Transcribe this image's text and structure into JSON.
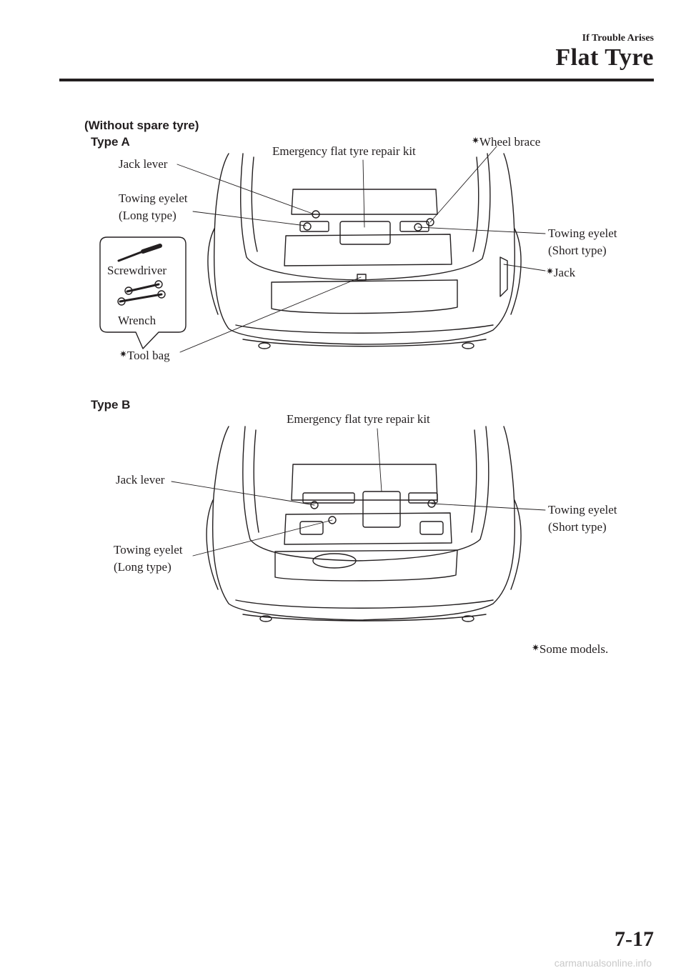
{
  "header": {
    "section": "If Trouble Arises",
    "title": "Flat Tyre"
  },
  "figure_heading": "(Without spare tyre)",
  "type_a": {
    "label": "Type A",
    "jack_lever": "Jack lever",
    "repair_kit": "Emergency flat tyre repair kit",
    "wheel_brace": "Wheel brace",
    "towing_eyelet_long": [
      "Towing eyelet",
      "(Long type)"
    ],
    "towing_eyelet_short": [
      "Towing eyelet",
      "(Short type)"
    ],
    "screwdriver": "Screwdriver",
    "wrench": "Wrench",
    "jack": "Jack",
    "tool_bag": "Tool bag"
  },
  "type_b": {
    "label": "Type B",
    "repair_kit": "Emergency flat tyre repair kit",
    "jack_lever": "Jack lever",
    "towing_eyelet_short": [
      "Towing eyelet",
      "(Short type)"
    ],
    "towing_eyelet_long": [
      "Towing eyelet",
      "(Long type)"
    ]
  },
  "footnote": "Some models.",
  "star_symbol": "✷",
  "page_number": "7-17",
  "watermark": "carmanualsonline.info"
}
